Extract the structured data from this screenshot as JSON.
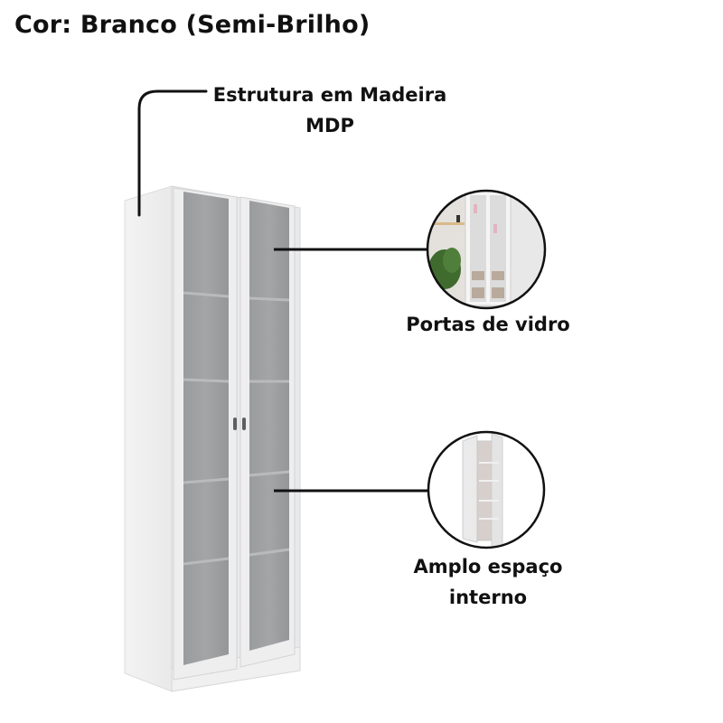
{
  "title": "Cor: Branco (Semi-Brilho)",
  "callouts": {
    "structure": {
      "line1": "Estrutura em Madeira",
      "line2": "MDP"
    },
    "doors": {
      "label": "Portas de vidro",
      "image_icon": "cabinet-in-room-photo"
    },
    "space": {
      "line1": "Amplo espaço",
      "line2": "interno",
      "image_icon": "open-cabinet-render"
    }
  },
  "product": {
    "type": "two-door glass cabinet",
    "color": "Branco (Semi-Brilho)",
    "colors": {
      "body": "#eceded",
      "side": "#f4f4f4",
      "glass": "#9b9c9e",
      "frame": "#e3e4e5",
      "line": "#111111"
    }
  }
}
